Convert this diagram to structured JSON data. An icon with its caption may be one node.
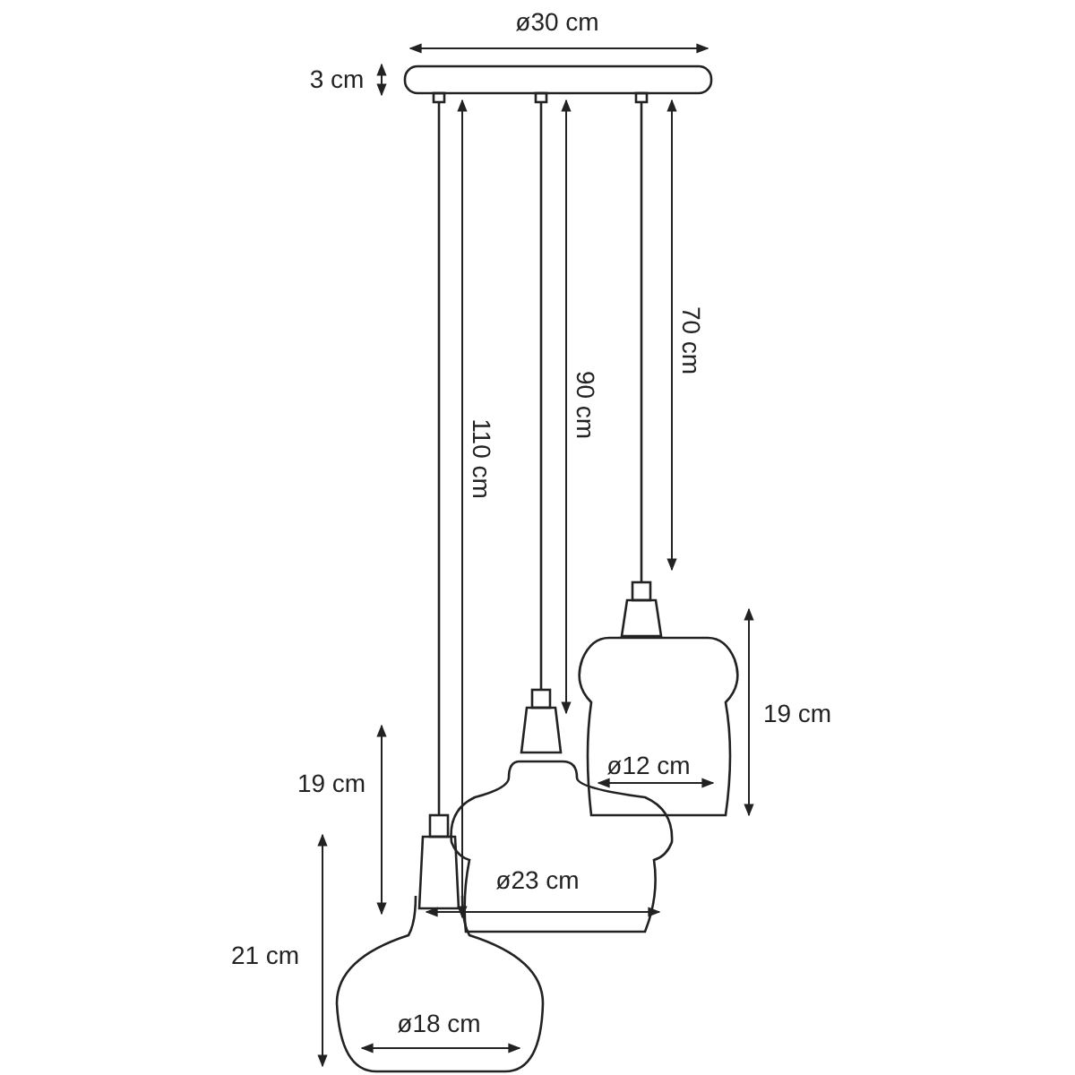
{
  "diagram": {
    "labels": [
      "ø30 cm",
      "3 cm",
      "70 cm",
      "90 cm",
      "110 cm",
      "19 cm",
      "ø12 cm",
      "19 cm",
      "ø23 cm",
      "21 cm",
      "ø18 cm"
    ]
  }
}
